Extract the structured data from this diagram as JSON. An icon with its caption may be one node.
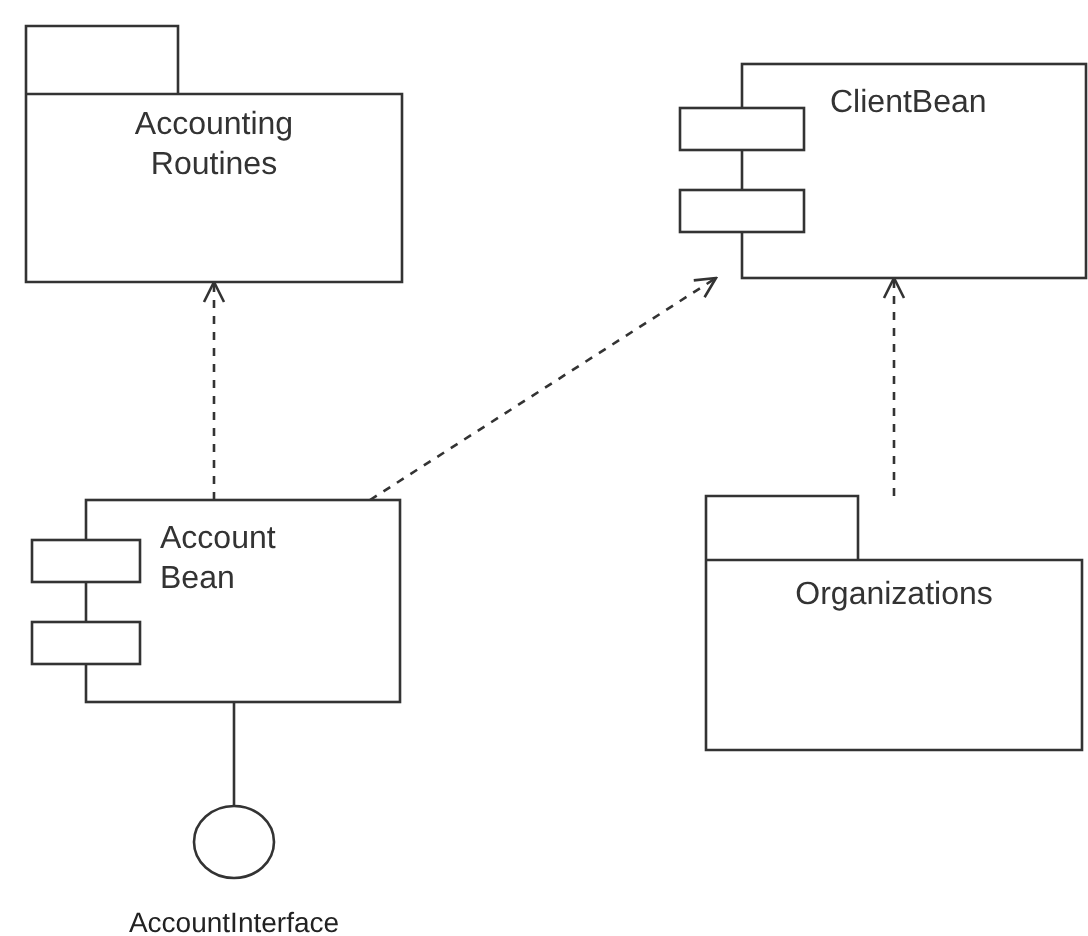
{
  "diagram": {
    "nodes": [
      {
        "text": [
          "Accounting Routines"
        ]
      },
      {
        "text": [
          "ClientBean"
        ]
      },
      {
        "text": [
          "Account Bean"
        ]
      },
      {
        "text": [
          "Organizations"
        ]
      },
      {
        "text": [],
        "shape": "circle",
        "beside": [
          "AccountInterface"
        ]
      }
    ],
    "edges": [
      {
        "from": 2,
        "to": 0,
        "arrow": "to",
        "style": "dashed"
      },
      {
        "from": 2,
        "to": 1,
        "arrow": "to",
        "style": "dashed"
      },
      {
        "from": 3,
        "to": 1,
        "arrow": "to",
        "style": "dashed"
      },
      {
        "from": 2,
        "to": 4,
        "arrow": "none"
      }
    ]
  }
}
